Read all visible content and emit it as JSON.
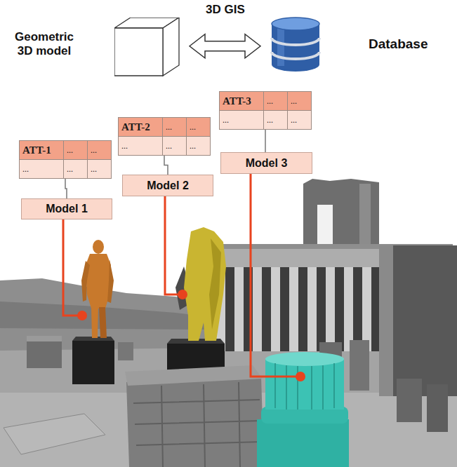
{
  "diagram": {
    "nodes": [
      {
        "text": [
          "Geometric 3D model"
        ]
      },
      {
        "text": [
          "Database"
        ]
      },
      {
        "text": [
          "ATT-1",
          "...",
          "...",
          "...",
          "...",
          "..."
        ]
      },
      {
        "text": [
          "Model 1"
        ]
      },
      {
        "text": [
          "ATT-2",
          "...",
          "...",
          "...",
          "...",
          "..."
        ]
      },
      {
        "text": [
          "Model 2"
        ]
      },
      {
        "text": [
          "ATT-3",
          "...",
          "...",
          "...",
          "...",
          "..."
        ]
      },
      {
        "text": [
          "Model 3"
        ]
      }
    ],
    "edges": [
      {
        "from": 0,
        "to": 1,
        "label": "3D GIS",
        "arrow": "both"
      },
      {
        "from": 2,
        "to": 3,
        "arrow": "none"
      },
      {
        "from": 4,
        "to": 5,
        "arrow": "none"
      },
      {
        "from": 6,
        "to": 7,
        "arrow": "none"
      }
    ]
  }
}
